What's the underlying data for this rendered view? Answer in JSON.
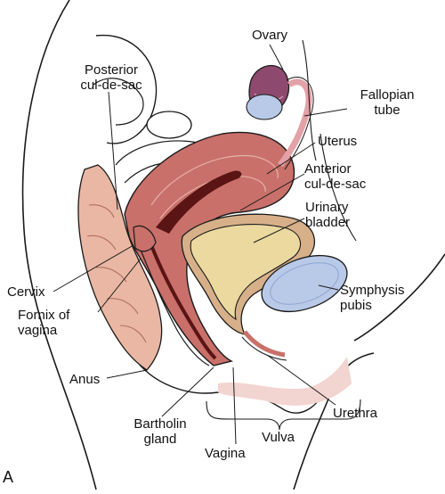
{
  "figure_letter": "A",
  "labels": {
    "ovary": "Ovary",
    "posterior_cul_de_sac": "Posterior\ncul-de-sac",
    "fallopian_tube": "Fallopian\ntube",
    "uterus": "Uterus",
    "anterior_cul_de_sac": "Anterior\ncul-de-sac",
    "urinary_bladder": "Urinary\nbladder",
    "cervix": "Cervix",
    "fornix_of_vagina": "Fornix of\nvagina",
    "symphysis_pubis": "Symphysis\npubis",
    "anus": "Anus",
    "bartholin_gland": "Bartholin\ngland",
    "urethra": "Urethra",
    "vulva": "Vulva",
    "vagina": "Vagina"
  },
  "colors": {
    "outline": "#1a1a1a",
    "uterus": "#c9706a",
    "uterus_light": "#e6b3a5",
    "cavity": "#5a1414",
    "bladder": "#ecd9a0",
    "bladder_rim": "#d7b08a",
    "pubis": "#b9c9e8",
    "ovary": "#8e4a6e",
    "tube": "#e3a1a8",
    "rectum": "#e9b7a3",
    "skin_shadow": "#f2d4d0"
  }
}
